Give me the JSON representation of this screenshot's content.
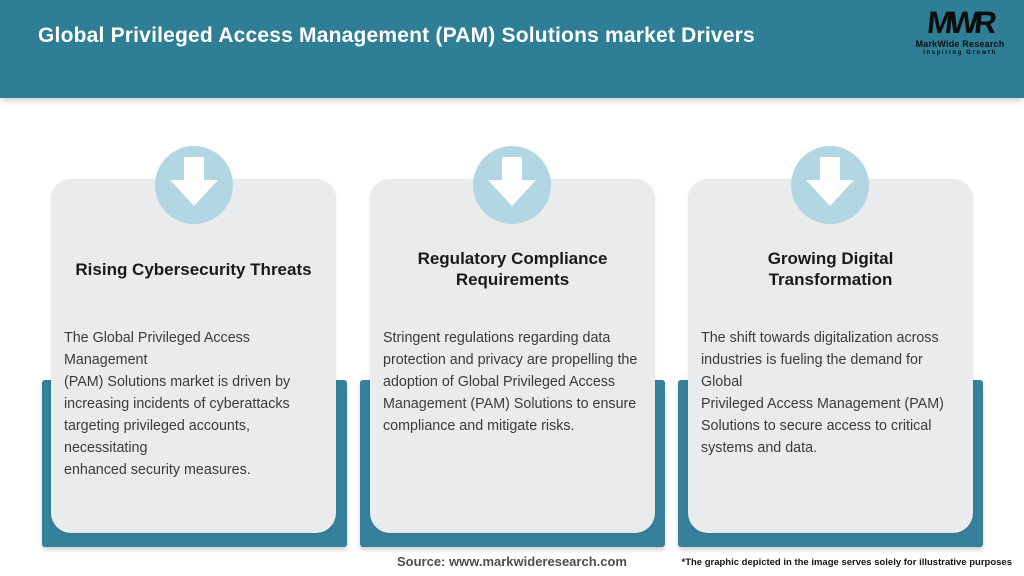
{
  "header": {
    "title": "Global Privileged Access Management (PAM) Solutions market Drivers",
    "bg_color": "#2e7f96",
    "title_color": "#ffffff",
    "logo": {
      "monogram": "MWR",
      "name": "MarkWide Research",
      "tagline": "Inspiring Growth",
      "color": "#0d0d0d"
    }
  },
  "cards": [
    {
      "icon": "down-arrow-icon",
      "title": "Rising Cybersecurity Threats",
      "body": "The Global Privileged Access Management\n(PAM) Solutions market is driven by\nincreasing incidents of cyberattacks\ntargeting privileged accounts, necessitating\nenhanced security measures."
    },
    {
      "icon": "down-arrow-icon",
      "title": "Regulatory Compliance\nRequirements",
      "body": "Stringent regulations regarding data\nprotection and privacy are propelling the\nadoption of Global Privileged Access\nManagement (PAM) Solutions to ensure\ncompliance and mitigate risks."
    },
    {
      "icon": "down-arrow-icon",
      "title": "Growing Digital\nTransformation",
      "body": "The shift towards digitalization across\nindustries is fueling the demand for Global\nPrivileged Access Management (PAM)\nSolutions to secure access to critical\nsystems and data."
    }
  ],
  "footer": {
    "source": "Source: www.markwideresearch.com",
    "disclaimer": "*The graphic depicted in the image serves solely for illustrative purposes"
  },
  "colors": {
    "header_teal": "#2e7f96",
    "back_panel_teal": "#36809b",
    "circle_blue": "#b2d6e2",
    "card_bg": "#e9ebec",
    "arrow": "#ffffff",
    "title_text": "#1a1a1a",
    "body_text": "#3b3b3b"
  }
}
